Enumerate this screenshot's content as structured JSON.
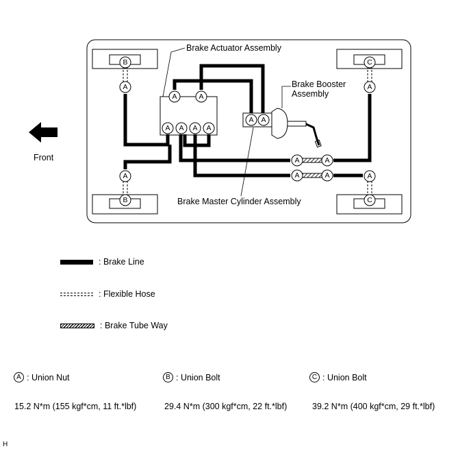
{
  "labels": {
    "brake_actuator": "Brake Actuator Assembly",
    "brake_booster_line1": "Brake Booster",
    "brake_booster_line2": "Assembly",
    "master_cylinder": "Brake Master Cylinder Assembly",
    "front": "Front"
  },
  "markers": {
    "a": "A",
    "b": "B",
    "c": "C"
  },
  "legend": {
    "brake_line": ": Brake Line",
    "flexible_hose": ": Flexible Hose",
    "tube_way": ": Brake Tube Way"
  },
  "specs": [
    {
      "letter": "A",
      "label": ": Union Nut",
      "torque": "15.2 N*m (155 kgf*cm, 11 ft.*lbf)"
    },
    {
      "letter": "B",
      "label": ": Union Bolt",
      "torque": "29.4 N*m (300 kgf*cm, 22 ft.*lbf)"
    },
    {
      "letter": "C",
      "label": ": Union Bolt",
      "torque": "39.2 N*m (400 kgf*cm, 29 ft.*lbf)"
    }
  ],
  "corner_mark": "H"
}
